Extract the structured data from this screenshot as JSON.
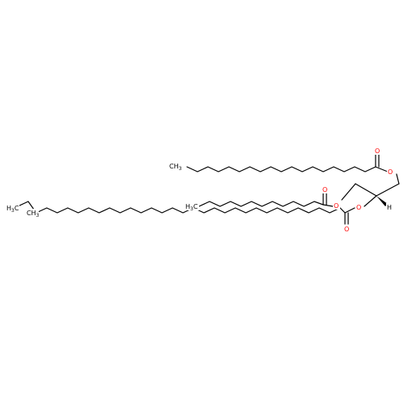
{
  "molecule": {
    "atom_labels": {
      "o": "O",
      "h": "H",
      "ch3_c": "CH",
      "ch3_sub": "3",
      "h3c_h": "H",
      "h3c_sub": "3",
      "h3c_c": "C"
    },
    "colors": {
      "bond": "#000000",
      "oxygen": "#ff0000",
      "carbon": "#000000"
    }
  }
}
